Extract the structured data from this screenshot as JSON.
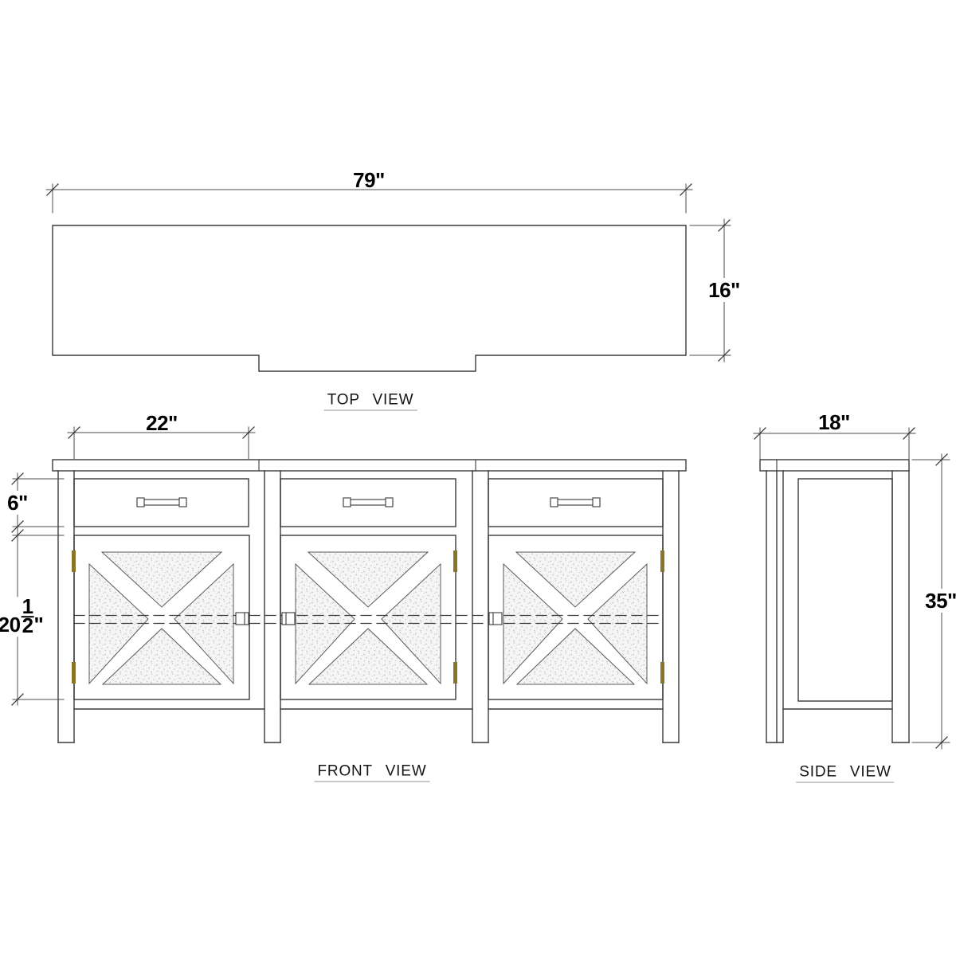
{
  "drawing": {
    "line_color": "#3a3a3a",
    "hinge_color": "#8a7428",
    "texture_color": "#c4c4c4",
    "views": {
      "top": {
        "label": "TOP VIEW",
        "width_dim": "79\"",
        "depth_dim": "16\""
      },
      "front": {
        "label": "FRONT VIEW",
        "drawer_width_dim": "22\"",
        "drawer_height_dim": "6\"",
        "door_height_dim": {
          "whole": "20",
          "numerator": "1",
          "denominator": "2",
          "unit": "\""
        }
      },
      "side": {
        "label": "SIDE VIEW",
        "width_dim": "18\"",
        "height_dim": "35\""
      }
    }
  }
}
